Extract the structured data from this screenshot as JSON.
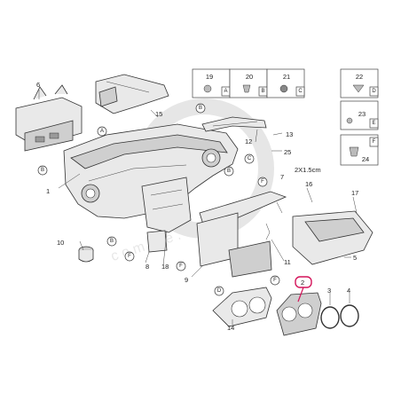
{
  "callouts": {
    "n1": "1",
    "n2": "2",
    "n3": "3",
    "n4": "4",
    "n5": "5",
    "n6": "6",
    "n7": "7",
    "n8": "8",
    "n9": "9",
    "n10": "10",
    "n11": "11",
    "n12": "12",
    "n13": "13",
    "n14": "14",
    "n15": "15",
    "n16": "16",
    "n17": "17",
    "n18": "18",
    "n25": "25"
  },
  "fastener_boxes": [
    {
      "number": "19",
      "letter": "A"
    },
    {
      "number": "20",
      "letter": "B"
    },
    {
      "number": "21",
      "letter": "C"
    },
    {
      "number": "22",
      "letter": "D"
    },
    {
      "number": "23",
      "letter": "E"
    },
    {
      "number": "24",
      "letter": "F"
    }
  ],
  "letters": {
    "A": "A",
    "B": "B",
    "C": "C",
    "D": "D",
    "E": "E",
    "F": "F"
  },
  "note_size": "2X1.5cm",
  "watermark": "c o m i s e . c o m"
}
